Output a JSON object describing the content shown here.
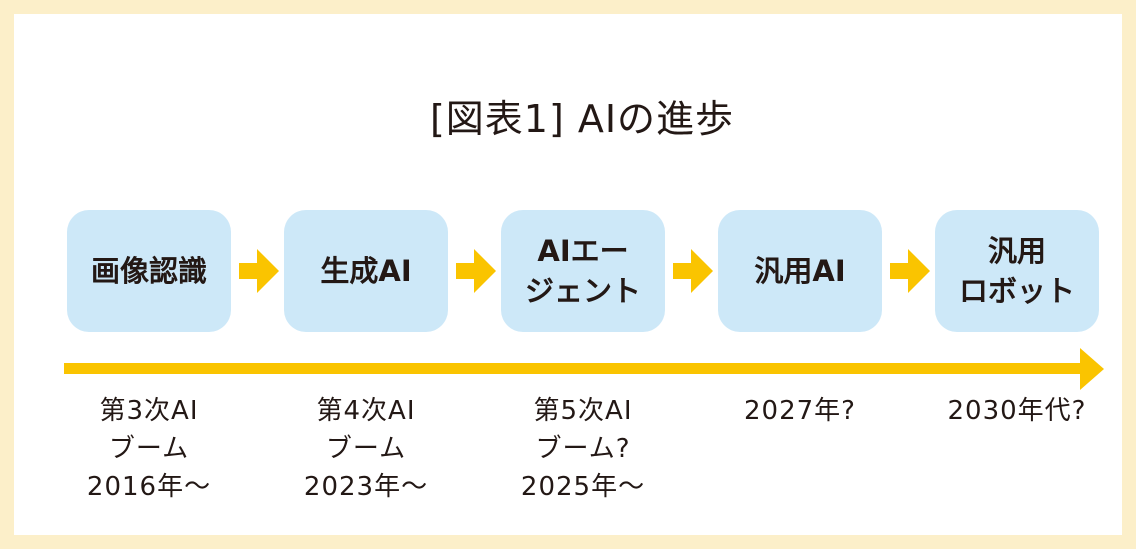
{
  "title": "[図表1] AIの進歩",
  "colors": {
    "border": "#fcefc9",
    "box": "#cde8f8",
    "arrow": "#fac400",
    "text": "#231815"
  },
  "stages": [
    {
      "label": "画像認識",
      "period": "第3次AI\nブーム\n2016年〜"
    },
    {
      "label": "生成AI",
      "period": "第4次AI\nブーム\n2023年〜"
    },
    {
      "label": "AIエー\nジェント",
      "period": "第5次AI\nブーム?\n2025年〜"
    },
    {
      "label": "汎用AI",
      "period": "2027年?"
    },
    {
      "label": "汎用\nロボット",
      "period": "2030年代?"
    }
  ]
}
